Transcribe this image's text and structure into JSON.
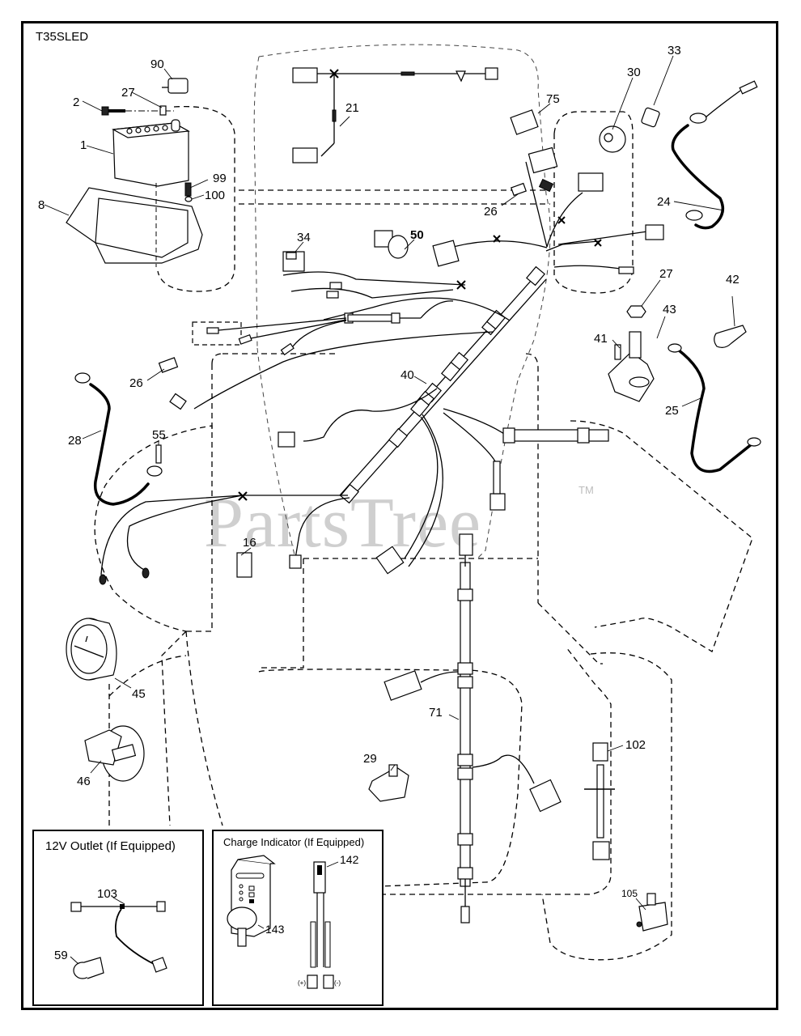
{
  "diagram": {
    "model": "T35SLED",
    "watermark": "PartsTree",
    "watermark_tm": "TM",
    "parts": [
      {
        "id": "90"
      },
      {
        "id": "27",
        "where": "battery-top"
      },
      {
        "id": "2"
      },
      {
        "id": "1"
      },
      {
        "id": "99"
      },
      {
        "id": "100"
      },
      {
        "id": "8"
      },
      {
        "id": "21"
      },
      {
        "id": "75"
      },
      {
        "id": "30"
      },
      {
        "id": "33"
      },
      {
        "id": "24"
      },
      {
        "id": "26",
        "where": "upper"
      },
      {
        "id": "34"
      },
      {
        "id": "50"
      },
      {
        "id": "27",
        "where": "solenoid-nut"
      },
      {
        "id": "42"
      },
      {
        "id": "43"
      },
      {
        "id": "41"
      },
      {
        "id": "40"
      },
      {
        "id": "26",
        "where": "left"
      },
      {
        "id": "28"
      },
      {
        "id": "55"
      },
      {
        "id": "25"
      },
      {
        "id": "16"
      },
      {
        "id": "45"
      },
      {
        "id": "46"
      },
      {
        "id": "71"
      },
      {
        "id": "29"
      },
      {
        "id": "102"
      },
      {
        "id": "105"
      }
    ],
    "labels": {
      "p90": "90",
      "p27a": "27",
      "p2": "2",
      "p1": "1",
      "p99": "99",
      "p100": "100",
      "p8": "8",
      "p21": "21",
      "p75": "75",
      "p30": "30",
      "p33": "33",
      "p24": "24",
      "p26a": "26",
      "p34": "34",
      "p50": "50",
      "p27b": "27",
      "p42": "42",
      "p43": "43",
      "p41": "41",
      "p40": "40",
      "p26b": "26",
      "p28": "28",
      "p55": "55",
      "p25": "25",
      "p16": "16",
      "p45": "45",
      "p46": "46",
      "p71": "71",
      "p29": "29",
      "p102": "102",
      "p105": "105"
    },
    "insets": {
      "outlet": {
        "title": "12V Outlet (If Equipped)",
        "labels": {
          "p103": "103",
          "p59": "59"
        }
      },
      "charge": {
        "title": "Charge Indicator (If Equipped)",
        "labels": {
          "p142": "142",
          "p143": "143",
          "plus": "(+)",
          "minus": "(-)"
        }
      }
    }
  }
}
